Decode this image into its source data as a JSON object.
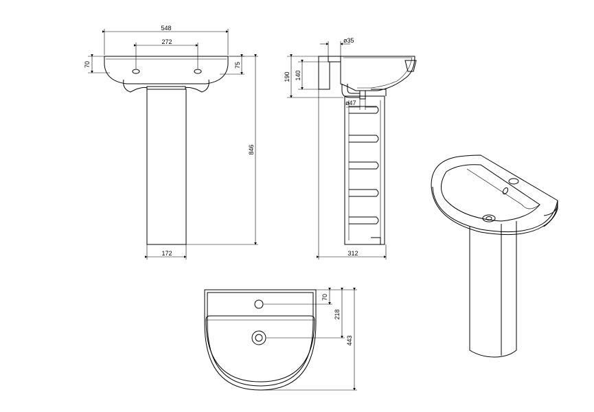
{
  "front_view": {
    "dim_width": "548",
    "dim_tap_spacing": "272",
    "dim_bowl_height_left": "70",
    "dim_bowl_height_right": "75",
    "dim_total_height": "846",
    "dim_pedestal_width": "172"
  },
  "side_view": {
    "dim_tap_hole": "ø35",
    "dim_height_190": "190",
    "dim_height_140": "140",
    "dim_waste": "ø47",
    "dim_depth": "312"
  },
  "top_view": {
    "dim_tap_to_back": "70",
    "dim_waste_to_back": "218",
    "dim_total_depth": "443"
  }
}
